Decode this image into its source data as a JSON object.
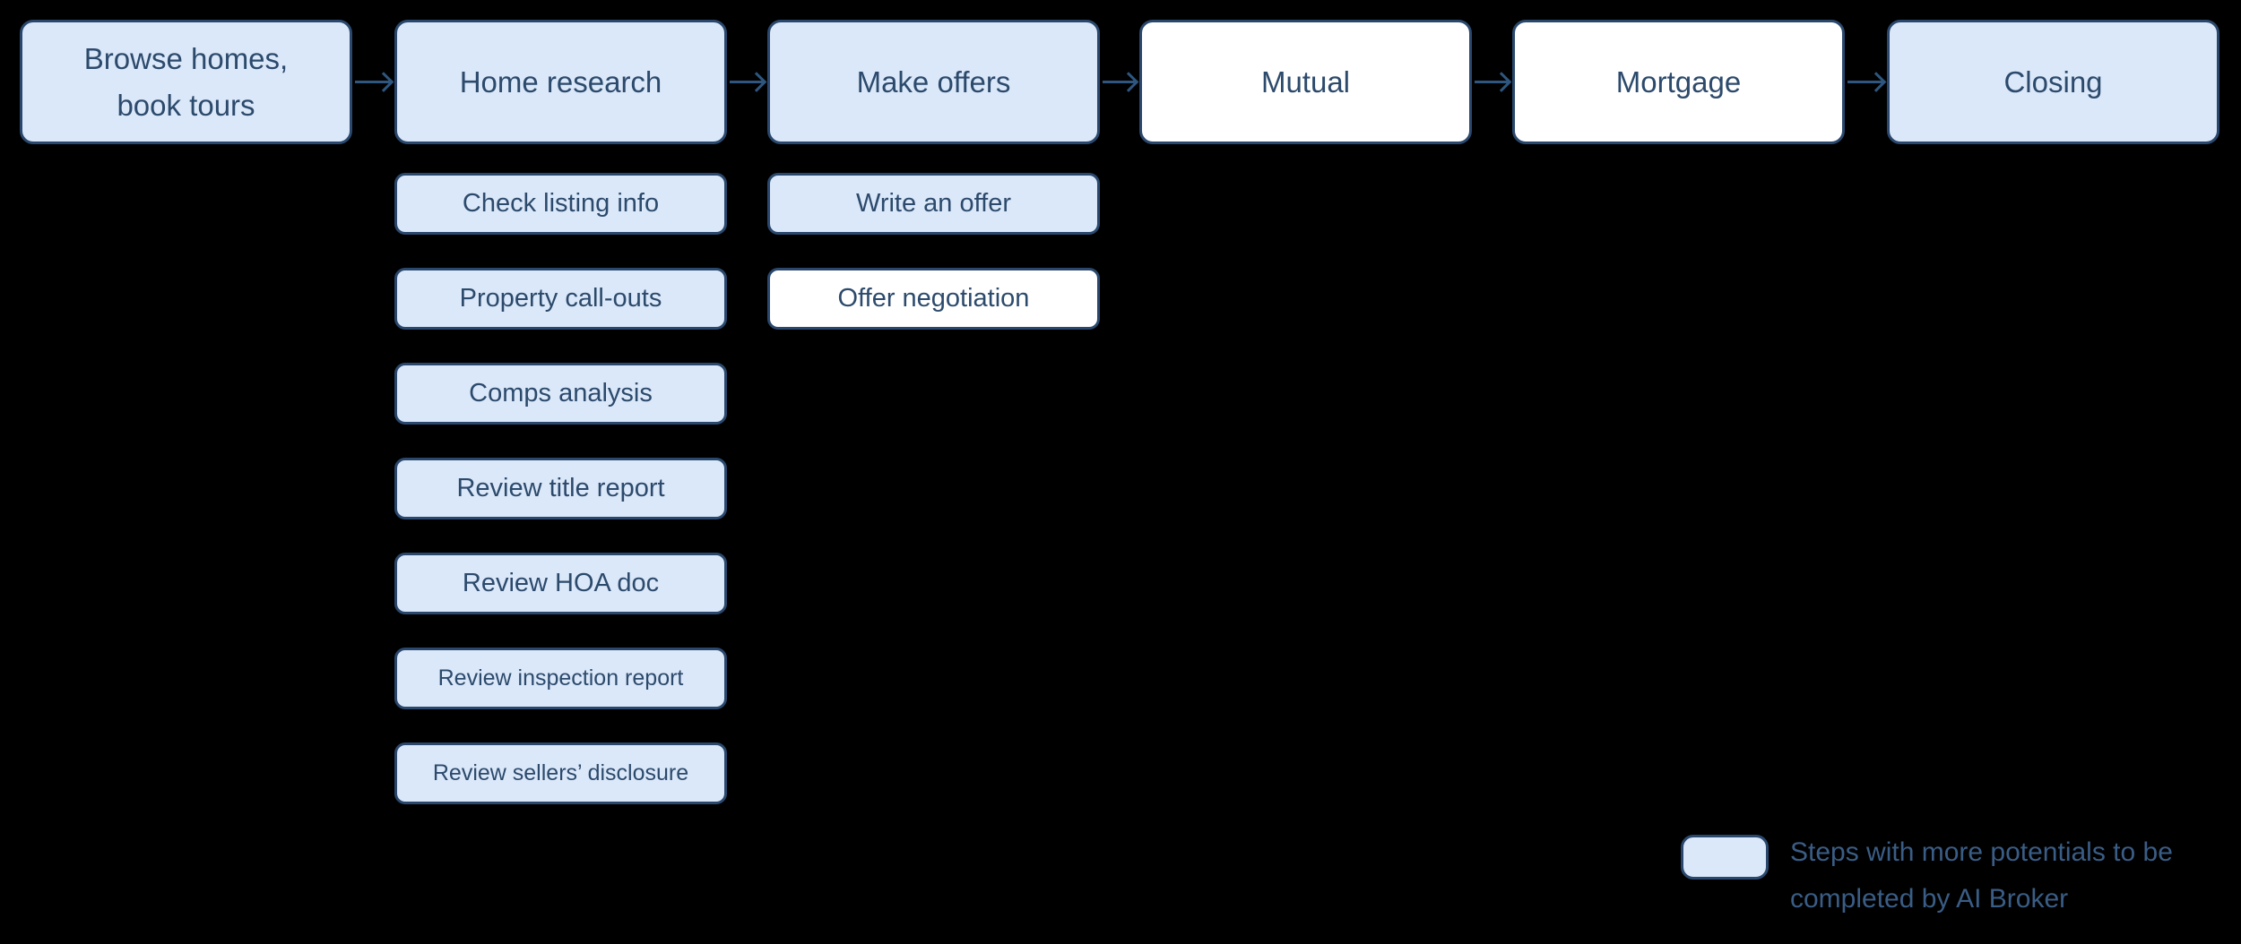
{
  "flow": {
    "steps": [
      {
        "label": "Browse homes,\nbook tours",
        "variant": "blue"
      },
      {
        "label": "Home research",
        "variant": "blue"
      },
      {
        "label": "Make offers",
        "variant": "blue"
      },
      {
        "label": "Mutual",
        "variant": "white"
      },
      {
        "label": "Mortgage",
        "variant": "white"
      },
      {
        "label": "Closing",
        "variant": "blue"
      }
    ],
    "home_research_substeps": [
      {
        "label": "Check listing info",
        "variant": "blue"
      },
      {
        "label": "Property call-outs",
        "variant": "blue"
      },
      {
        "label": "Comps analysis",
        "variant": "blue"
      },
      {
        "label": "Review title report",
        "variant": "blue"
      },
      {
        "label": "Review HOA doc",
        "variant": "blue"
      },
      {
        "label": "Review inspection report",
        "variant": "blue"
      },
      {
        "label": "Review sellers’ disclosure",
        "variant": "blue"
      }
    ],
    "make_offers_substeps": [
      {
        "label": "Write an offer",
        "variant": "blue"
      },
      {
        "label": "Offer negotiation",
        "variant": "white"
      }
    ]
  },
  "legend": {
    "label": "Steps with more potentials to be completed by AI Broker"
  },
  "colors": {
    "background": "#000000",
    "box_fill_blue": "#dbe8f9",
    "box_fill_white": "#ffffff",
    "box_border": "#2a486d",
    "box_text": "#2c4a6c",
    "arrow": "#2e567e",
    "legend_text": "#3a5d85"
  }
}
